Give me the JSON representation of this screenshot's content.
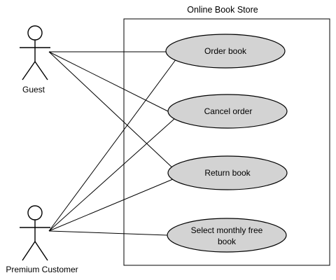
{
  "system": {
    "title": "Online Book Store"
  },
  "actors": [
    {
      "id": "guest",
      "label": "Guest"
    },
    {
      "id": "premium",
      "label": "Premium Customer"
    }
  ],
  "use_cases": [
    {
      "id": "order",
      "lines": [
        "Order book"
      ]
    },
    {
      "id": "cancel",
      "lines": [
        "Cancel order"
      ]
    },
    {
      "id": "return",
      "lines": [
        "Return book"
      ]
    },
    {
      "id": "select",
      "lines": [
        "Select monthly free",
        "book"
      ]
    }
  ],
  "associations": [
    {
      "actor": "guest",
      "use_case": "order"
    },
    {
      "actor": "guest",
      "use_case": "cancel"
    },
    {
      "actor": "guest",
      "use_case": "return"
    },
    {
      "actor": "premium",
      "use_case": "order"
    },
    {
      "actor": "premium",
      "use_case": "cancel"
    },
    {
      "actor": "premium",
      "use_case": "return"
    },
    {
      "actor": "premium",
      "use_case": "select"
    }
  ],
  "colors": {
    "use_case_fill": "#d3d3d3",
    "stroke": "#000000",
    "background": "#ffffff"
  }
}
